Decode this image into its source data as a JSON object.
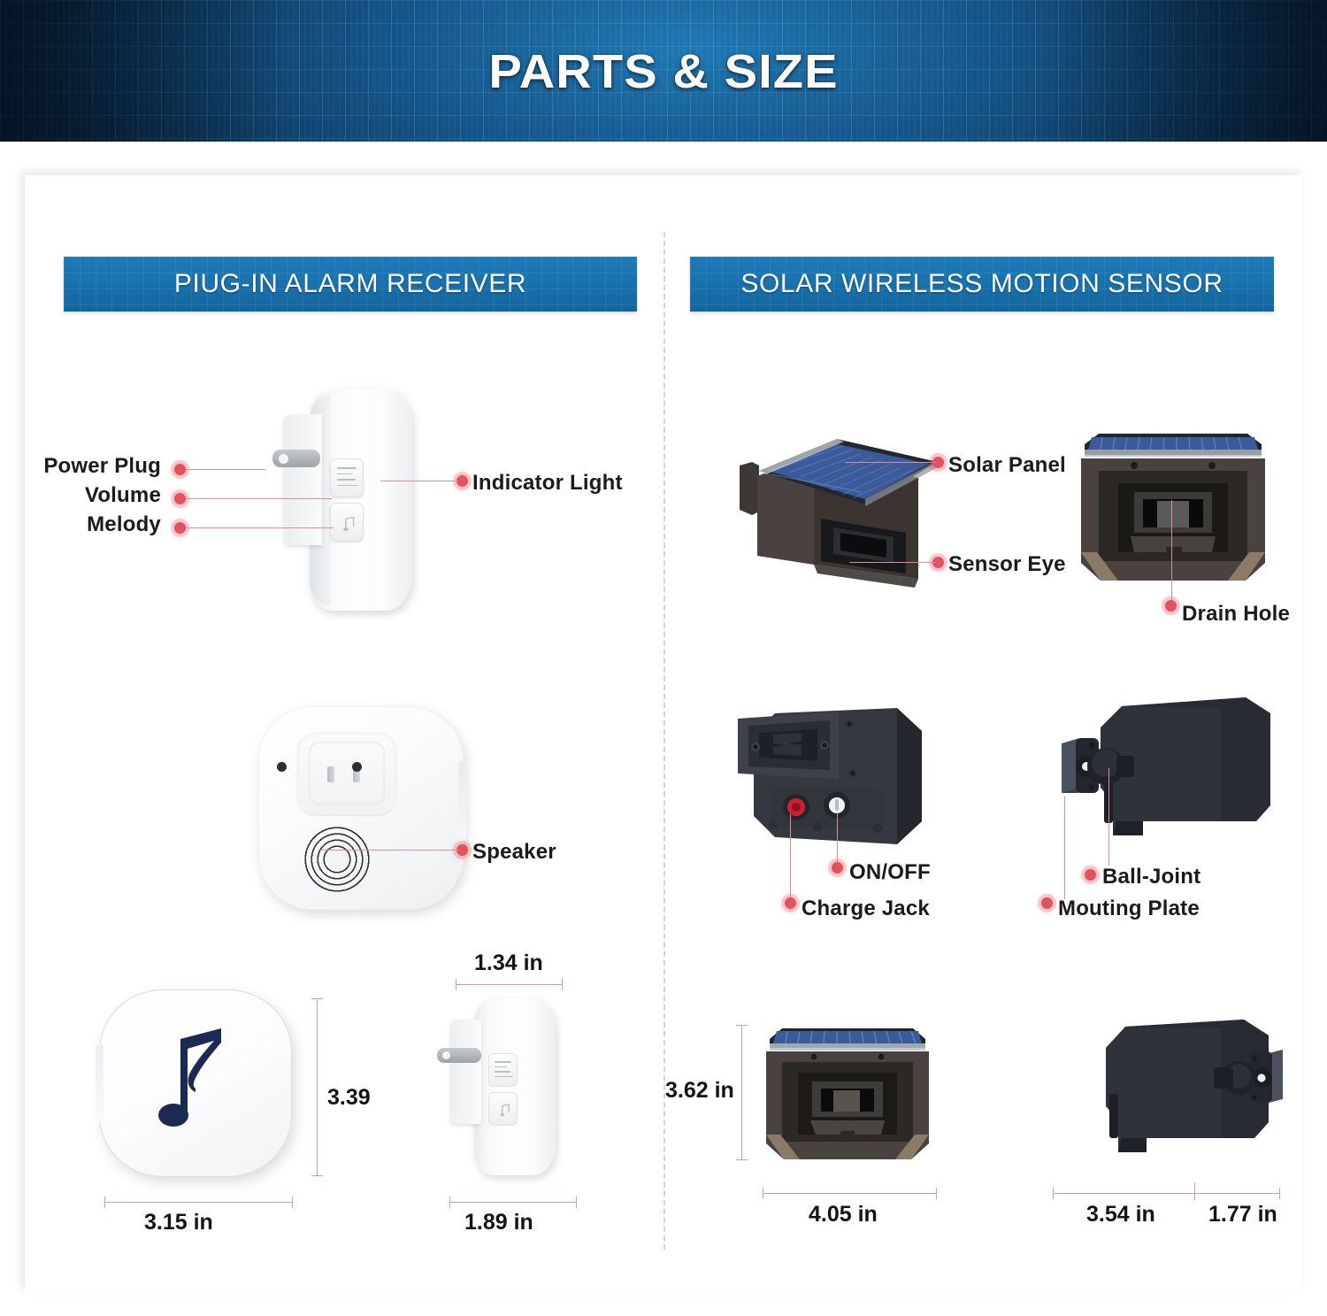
{
  "header": {
    "title": "PARTS & SIZE"
  },
  "sections": {
    "left": {
      "title": "PIUG-IN ALARM RECEIVER"
    },
    "right": {
      "title": "SOLAR WIRELESS MOTION SENSOR"
    }
  },
  "receiver": {
    "callouts": {
      "power_plug": "Power Plug",
      "volume": "Volume",
      "melody": "Melody",
      "indicator_light": "Indicator Light",
      "speaker": "Speaker"
    },
    "dimensions": {
      "front_width": "3.15 in",
      "front_height": "3.39",
      "side_depth": "1.34 in",
      "side_width": "1.89 in"
    }
  },
  "sensor": {
    "callouts": {
      "solar_panel": "Solar Panel",
      "sensor_eye": "Sensor Eye",
      "drain_hole": "Drain Hole",
      "on_off": "ON/OFF",
      "charge_jack": "Charge Jack",
      "ball_joint": "Ball-Joint",
      "mounting_plate": "Mouting Plate"
    },
    "dimensions": {
      "height": "3.62 in",
      "width": "4.05 in",
      "side_depth": "3.54 in",
      "bracket_depth": "1.77 in"
    }
  },
  "colors": {
    "header_blue_light": "#1f79b4",
    "header_blue_dark": "#071c31",
    "section_bar": "#1872ae",
    "callout_dot": "#e4525f",
    "callout_line": "#d98f95",
    "dimension_line": "#d79ba0",
    "note_navy": "#1b2a52",
    "solar_panel_blue": "#3a5a9a",
    "sensor_body": "#4a423f",
    "sensor_dark": "#2a2d35"
  }
}
